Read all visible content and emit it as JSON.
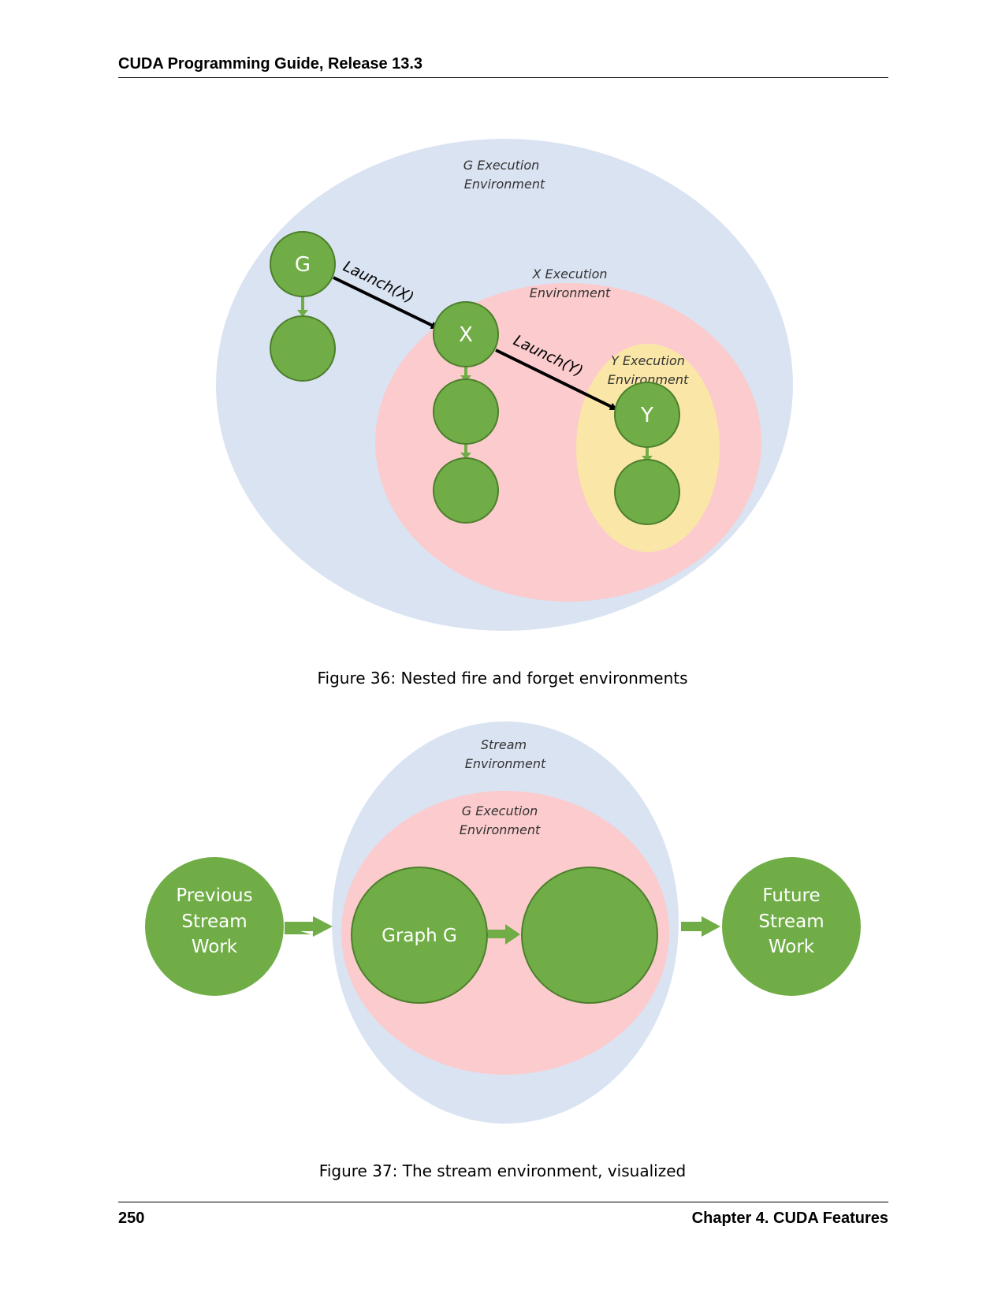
{
  "header": {
    "title": "CUDA Programming Guide, Release 13.3"
  },
  "footer": {
    "page_number": "250",
    "chapter": "Chapter 4.  CUDA Features"
  },
  "figure36": {
    "caption": "Figure 36: Nested fire and forget environments",
    "g_env_line1": "G Execution",
    "g_env_line2": "Environment",
    "x_env_line1": "X Execution",
    "x_env_line2": "Environment",
    "y_env_line1": "Y Execution",
    "y_env_line2": "Environment",
    "node_g": "G",
    "node_x": "X",
    "node_y": "Y",
    "launch_x": "Launch(X)",
    "launch_y": "Launch(Y)"
  },
  "figure37": {
    "caption": "Figure 37: The stream environment, visualized",
    "stream_env_line1": "Stream",
    "stream_env_line2": "Environment",
    "g_env_line1": "G Execution",
    "g_env_line2": "Environment",
    "prev_line1": "Previous",
    "prev_line2": "Stream",
    "prev_line3": "Work",
    "graph_g": "Graph G",
    "future_line1": "Future",
    "future_line2": "Stream",
    "future_line3": "Work"
  },
  "colors": {
    "blue_env": "#dae3f2",
    "red_env": "#fbcbcd",
    "yellow_env": "#fae7a7",
    "node_fill": "#70ad47",
    "node_stroke": "#4d7f2c",
    "arrow_green": "#70ad47"
  }
}
